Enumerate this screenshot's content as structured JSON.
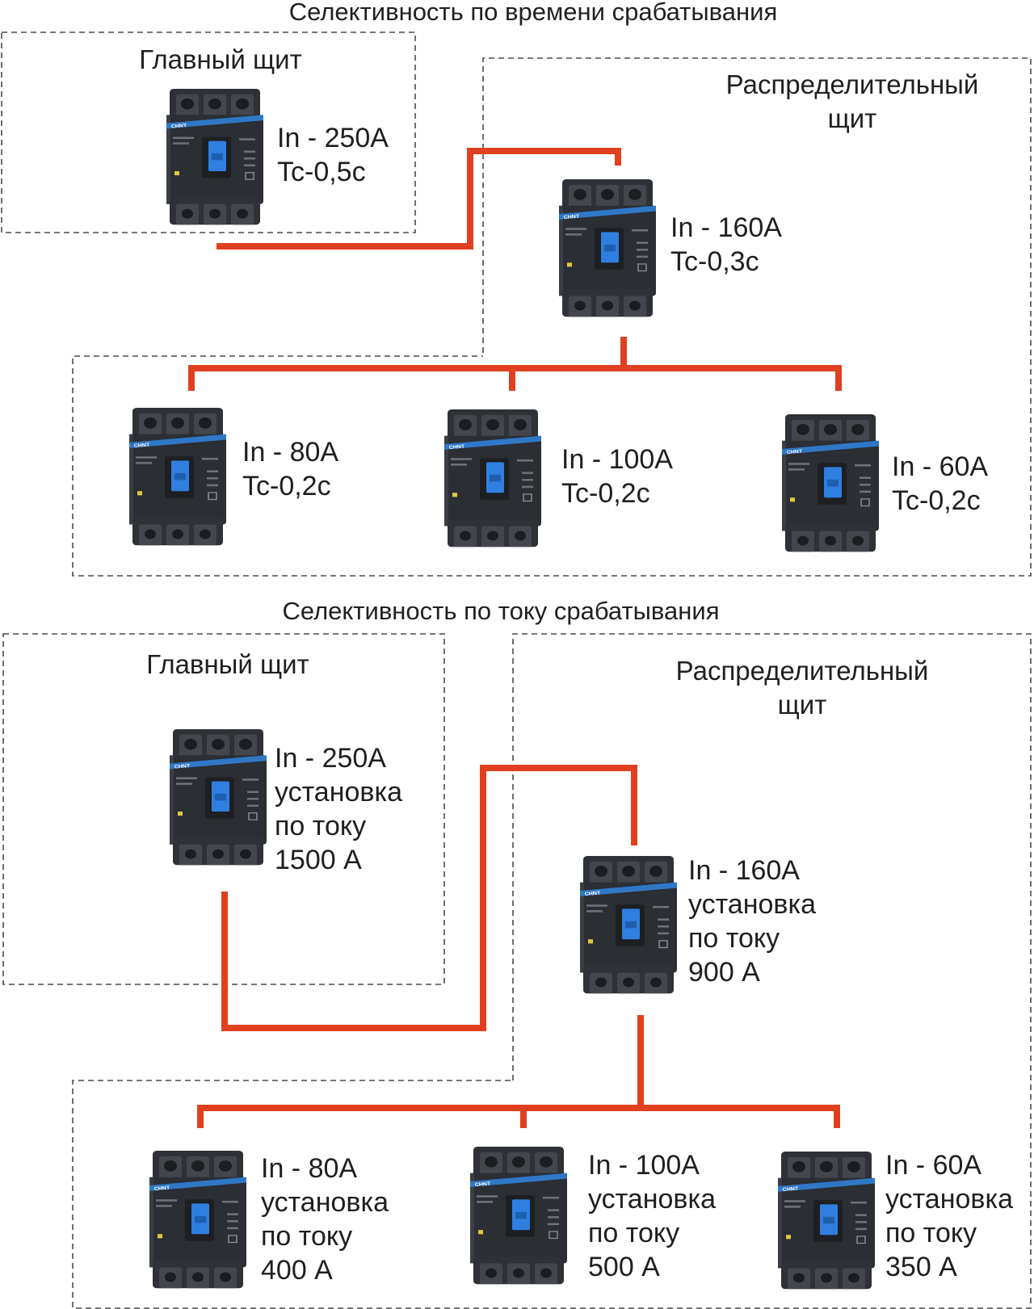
{
  "diagram": {
    "time_section": {
      "title": "Селективность по времени срабатывания",
      "main_panel": {
        "label": "Главный щит"
      },
      "dist_panel": {
        "label_line1": "Распределительный",
        "label_line2": "щит"
      },
      "breakers": {
        "main": {
          "line1": "In - 250A",
          "line2": "Tc-0,5c"
        },
        "dist": {
          "line1": "In - 160A",
          "line2": "Tc-0,3c"
        },
        "out1": {
          "line1": "In - 80A",
          "line2": "Tc-0,2c"
        },
        "out2": {
          "line1": "In - 100A",
          "line2": "Tc-0,2c"
        },
        "out3": {
          "line1": "In - 60A",
          "line2": "Tc-0,2c"
        }
      }
    },
    "current_section": {
      "title": "Селективность по току срабатывания",
      "main_panel": {
        "label": "Главный щит"
      },
      "dist_panel": {
        "label_line1": "Распределительный",
        "label_line2": "щит"
      },
      "breakers": {
        "main": {
          "line1": "In - 250A",
          "line2": "установка",
          "line3": "по току",
          "line4": "1500 А"
        },
        "dist": {
          "line1": "In - 160A",
          "line2": "установка",
          "line3": "по току",
          "line4": "900 А"
        },
        "out1": {
          "line1": "In - 80A",
          "line2": "установка",
          "line3": "по току",
          "line4": "400 А"
        },
        "out2": {
          "line1": "In - 100A",
          "line2": "установка",
          "line3": "по току",
          "line4": "500 А"
        },
        "out3": {
          "line1": "In - 60A",
          "line2": "установка",
          "line3": "по току",
          "line4": "350 А"
        }
      }
    },
    "brand": "CHNT",
    "colors": {
      "wire": "#e0401f",
      "breaker_body": "#2b2e33",
      "breaker_label_stripe": "#2f78c8",
      "handle": "#2f7fe0",
      "border": "#4a4a4a"
    }
  }
}
